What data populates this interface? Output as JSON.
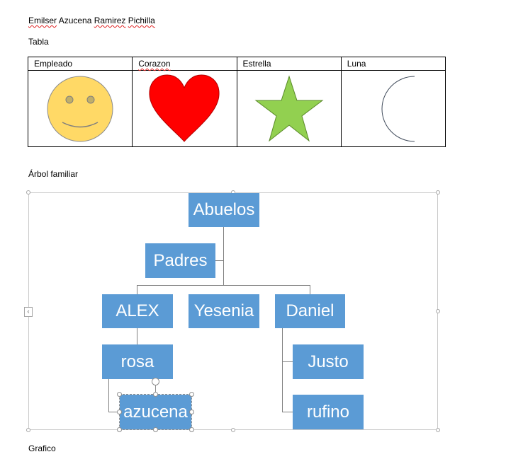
{
  "document": {
    "author_line": {
      "word1": "Emilser",
      "word2": "Azucena",
      "word3": "Ramirez",
      "word4": "Pichilla"
    },
    "table_caption": "Tabla",
    "table": {
      "headers": [
        "Empleado",
        "Corazon",
        "Estrella",
        "Luna"
      ],
      "icons": [
        "smiley-face-icon",
        "heart-icon",
        "star-icon",
        "crescent-moon-icon"
      ]
    },
    "tree_caption": "Árbol familiar",
    "tree": {
      "abuelos": "Abuelos",
      "padres": "Padres",
      "alex": "ALEX",
      "yesenia": "Yesenia",
      "daniel": "Daniel",
      "rosa": "rosa",
      "azucena": "azucena",
      "justo": "Justo",
      "rufino": "rufino"
    },
    "chart_caption": "Grafico"
  },
  "colors": {
    "node_fill": "#5b9bd5",
    "smiley": "#ffd966",
    "heart": "#ff0000",
    "star": "#92d050",
    "moon": "#222a35",
    "spellcheck": "#e02020"
  }
}
